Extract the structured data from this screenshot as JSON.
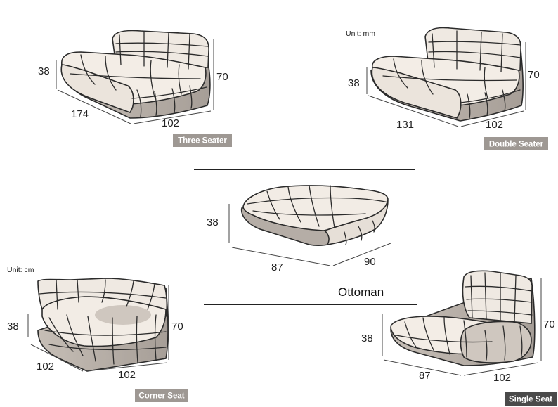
{
  "colors": {
    "fabric_light": "#f1ebe4",
    "fabric_shadow": "#b3aba4",
    "seam": "#2b2b2b",
    "badge_bg": "#9e9893",
    "badge_text": "#ffffff",
    "badge_dark_bg": "#4a4a4a"
  },
  "units": {
    "mm": "Unit: mm",
    "cm": "Unit: cm"
  },
  "three_seater": {
    "label": "Three Seater",
    "seat_height": "38",
    "height": "70",
    "width": "174",
    "depth": "102"
  },
  "double_seater": {
    "label": "Double Seater",
    "seat_height": "38",
    "height": "70",
    "width": "131",
    "depth": "102"
  },
  "ottoman": {
    "label": "Ottoman",
    "height": "38",
    "width": "87",
    "depth": "90"
  },
  "corner_seat": {
    "label": "Corner Seat",
    "seat_height": "38",
    "height": "70",
    "width_left": "102",
    "width_right": "102"
  },
  "single_seat": {
    "label": "Single Seat",
    "seat_height": "38",
    "height": "70",
    "width": "87",
    "depth": "102"
  }
}
